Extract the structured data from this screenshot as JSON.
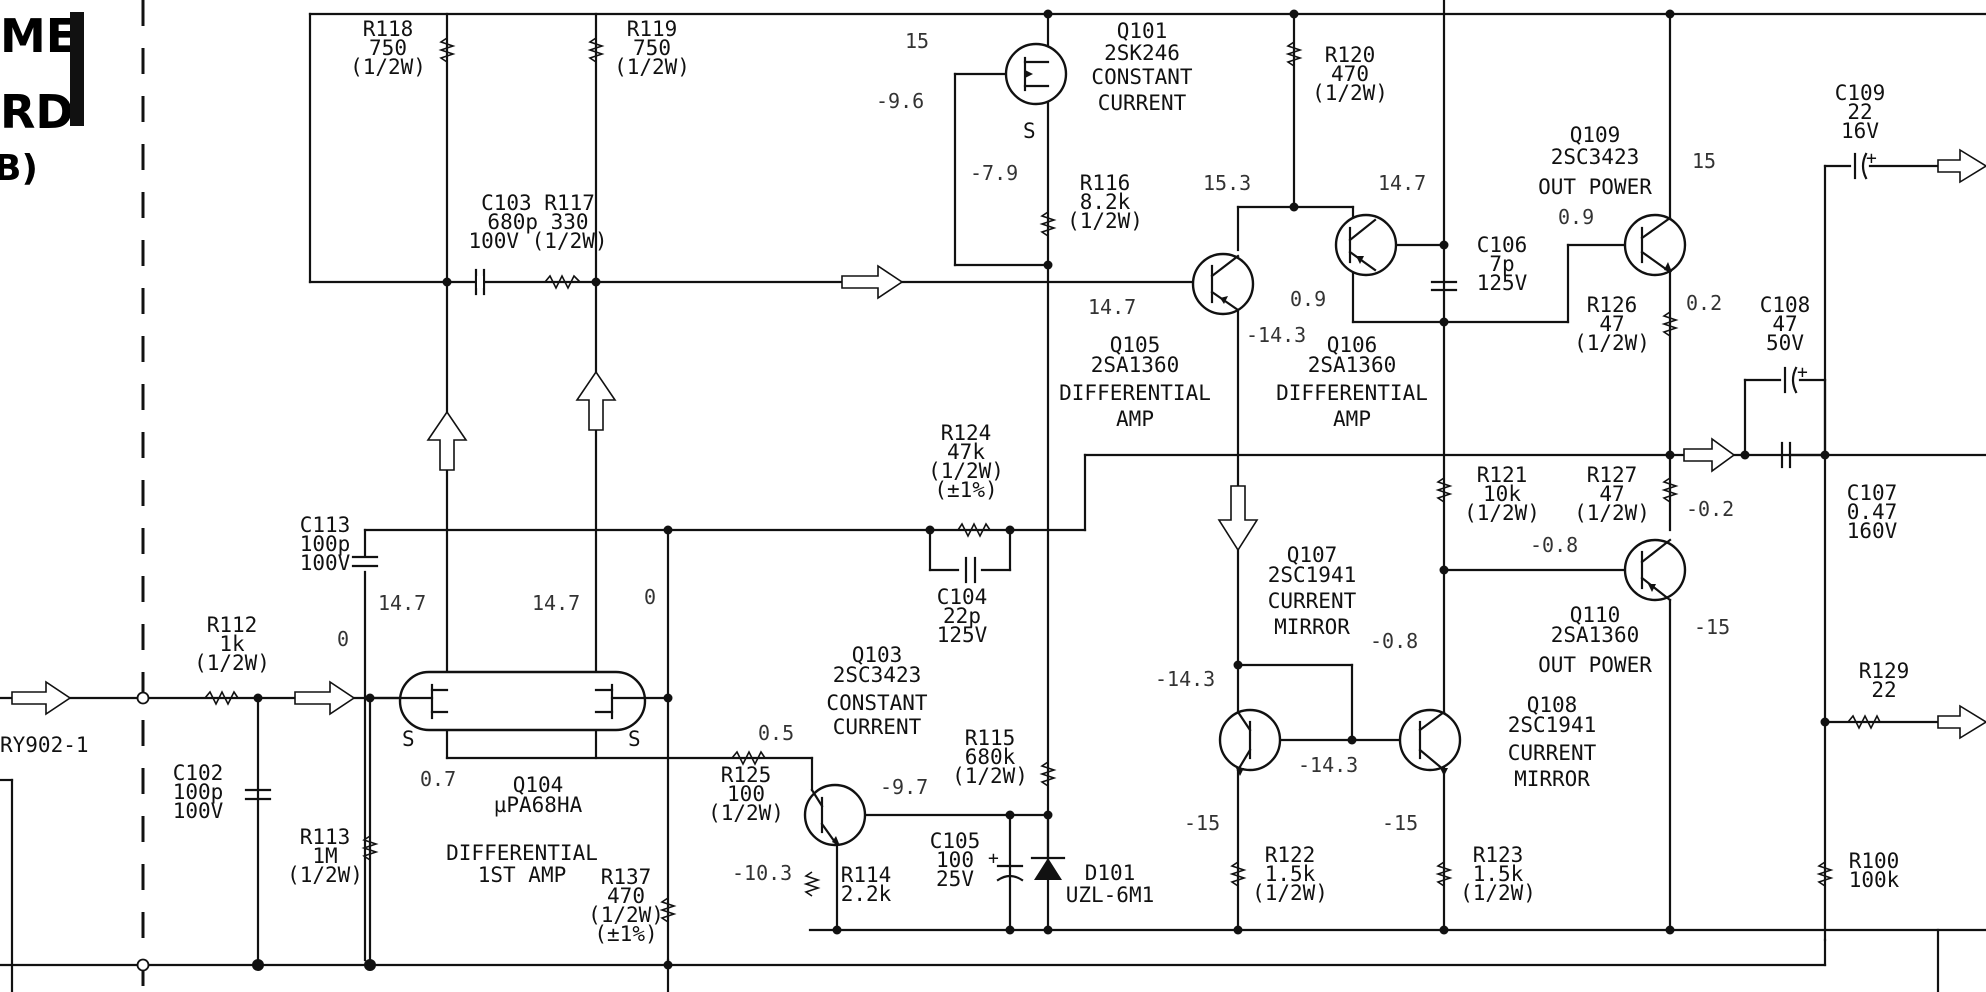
{
  "title_fragments": [
    "ME",
    "RD",
    "B)"
  ],
  "connector": "RY902-1",
  "components": {
    "R118": [
      "R118",
      "750",
      "(1/2W)"
    ],
    "R119": [
      "R119",
      "750",
      "(1/2W)"
    ],
    "Q101": [
      "Q101",
      "2SK246",
      "CONSTANT",
      "CURRENT"
    ],
    "R120": [
      "R120",
      "470",
      "(1/2W)"
    ],
    "C109": [
      "C109",
      "22",
      "16V"
    ],
    "Q109": [
      "Q109",
      "2SC3423",
      "OUT POWER"
    ],
    "C103_R117": [
      "C103 R117",
      "680p  330",
      "100V (1/2W)"
    ],
    "R116": [
      "R116",
      "8.2k",
      "(1/2W)"
    ],
    "C106": [
      "C106",
      "7p",
      "125V"
    ],
    "R126": [
      "R126",
      "47",
      "(1/2W)"
    ],
    "C108": [
      "C108",
      "47",
      "50V"
    ],
    "Q105": [
      "Q105",
      "2SA1360",
      "DIFFERENTIAL",
      "AMP"
    ],
    "Q106": [
      "Q106",
      "2SA1360",
      "DIFFERENTIAL",
      "AMP"
    ],
    "R124": [
      "R124",
      "47k",
      "(1/2W)",
      "(±1%)"
    ],
    "R121": [
      "R121",
      "10k",
      "(1/2W)"
    ],
    "R127": [
      "R127",
      "47",
      "(1/2W)"
    ],
    "C107": [
      "C107",
      "0.47",
      "160V"
    ],
    "C113": [
      "C113",
      "100p",
      "100V"
    ],
    "C104": [
      "C104",
      "22p",
      "125V"
    ],
    "Q107": [
      "Q107",
      "2SC1941",
      "CURRENT",
      "MIRROR"
    ],
    "Q110": [
      "Q110",
      "2SA1360",
      "OUT POWER"
    ],
    "R112": [
      "R112",
      "1k",
      "(1/2W)"
    ],
    "Q103": [
      "Q103",
      "2SC3423",
      "CONSTANT",
      "CURRENT"
    ],
    "R129": [
      "R129",
      "22"
    ],
    "Q108": [
      "Q108",
      "2SC1941",
      "CURRENT",
      "MIRROR"
    ],
    "R115": [
      "R115",
      "680k",
      "(1/2W)"
    ],
    "R125": [
      "R125",
      "100",
      "(1/2W)"
    ],
    "C102": [
      "C102",
      "100p",
      "100V"
    ],
    "Q104": [
      "Q104",
      "µPA68HA"
    ],
    "Q104_fn": [
      "DIFFERENTIAL",
      "1ST AMP"
    ],
    "R113": [
      "R113",
      "1M",
      "(1/2W)"
    ],
    "R137": [
      "R137",
      "470",
      "(1/2W)",
      "(±1%)"
    ],
    "C105": [
      "C105",
      "100",
      "25V"
    ],
    "D101": [
      "D101",
      "UZL-6M1"
    ],
    "R122": [
      "R122",
      "1.5k",
      "(1/2W)"
    ],
    "R123": [
      "R123",
      "1.5k",
      "(1/2W)"
    ],
    "R114": [
      "R114",
      "2.2k"
    ],
    "R100": [
      "R100",
      "100k"
    ]
  },
  "pin_labels": {
    "s": "S"
  },
  "voltages": {
    "v15a": "15",
    "v9_6": "-9.6",
    "v7_9": "-7.9",
    "v15_3": "15.3",
    "v14_7a": "14.7",
    "v15b": "15",
    "v0_9a": "0.9",
    "v14_7b": "14.7",
    "v0_9b": "0.9",
    "v14_3a": "-14.3",
    "v0_2a": "0.2",
    "v0_2b": "-0.2",
    "v0_8a": "-0.8",
    "v15c": "-15",
    "v0_8b": "-0.8",
    "v14_3b": "-14.3",
    "v14_3c": "-14.3",
    "v15d": "-15",
    "v15e": "-15",
    "v14_7c": "14.7",
    "v14_7d": "14.7",
    "v0a": "0",
    "v0b": "0",
    "v0_7": "0.7",
    "v0_5": "0.5",
    "v9_7": "-9.7",
    "v10_3": "-10.3"
  }
}
